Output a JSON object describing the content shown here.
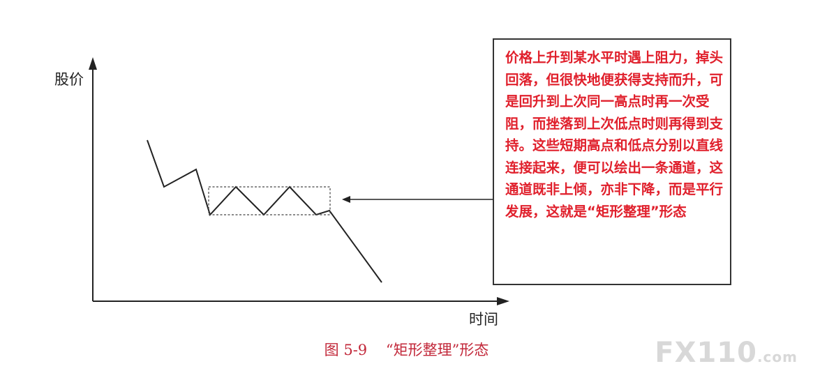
{
  "diagram": {
    "y_axis_label": "股价",
    "x_axis_label": "时间",
    "callout_text": "价格上升到某水平时遇上阻力，掉头回落，但很快地便获得支持而升，可是回升到上次同一高点时再一次受阻，而挫落到上次低点时则再得到支持。这些短期高点和低点分别以直线连接起来，便可以绘出一条通道，这通道既非上倾，亦非下降，而是平行发展，这就是“矩形整理”形态",
    "caption_number": "图 5-9",
    "caption_title": "“矩形整理”形态"
  },
  "watermark": {
    "main": "FX110",
    "suffix": ".com"
  },
  "colors": {
    "callout_text": "#e0202c",
    "caption": "#c2283a",
    "line": "#222222"
  }
}
